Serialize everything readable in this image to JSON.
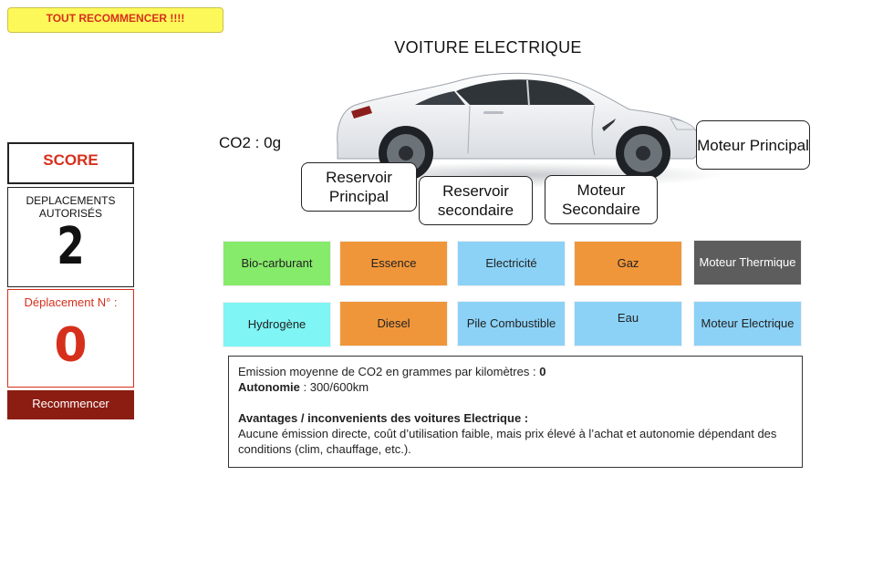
{
  "reset_all_label": "TOUT RECOMMENCER !!!!",
  "score": {
    "title": "SCORE",
    "moves_allowed_label": "DEPLACEMENTS AUTORISÉS",
    "moves_allowed_value": "2",
    "move_number_label": "Déplacement N° :",
    "move_number_value": "0",
    "restart_label": "Recommencer"
  },
  "main": {
    "title": "VOITURE ELECTRIQUE",
    "co2_readout": "CO2 : 0g",
    "callouts": {
      "main_tank": "Reservoir Principal",
      "secondary_tank": "Reservoir secondaire",
      "secondary_motor": "Moteur Secondaire",
      "main_motor": "Moteur Principal"
    }
  },
  "tiles": [
    {
      "label": "Bio-carburant",
      "color": "#86ea6a"
    },
    {
      "label": "Essence",
      "color": "#f0963a"
    },
    {
      "label": "Electricité",
      "color": "#8cd2f7"
    },
    {
      "label": "Gaz",
      "color": "#f0963a"
    },
    {
      "label": "Moteur Thermique",
      "color": "#5d5d5d",
      "text_color": "#ffffff"
    },
    {
      "label": "Hydrogène",
      "color": "#7ff5f5"
    },
    {
      "label": "Diesel",
      "color": "#f0963a"
    },
    {
      "label": "Pile Combustible",
      "color": "#8cd2f7"
    },
    {
      "label": "Eau",
      "color": "#8cd2f7"
    },
    {
      "label": "Moteur Electrique",
      "color": "#8cd2f7"
    }
  ],
  "info": {
    "emission_label": "Emission moyenne de CO2 en grammes par kilomètres : ",
    "emission_value": "0",
    "autonomy_label": "Autonomie",
    "autonomy_value": " :  300/600km",
    "pros_cons_title": "Avantages / inconvenients des voitures Electrique :",
    "pros_cons_text": "Aucune émission directe, coût d’utilisation faible, mais prix élevé à l’achat et autonomie dépendant des conditions (clim, chauffage, etc.)."
  }
}
